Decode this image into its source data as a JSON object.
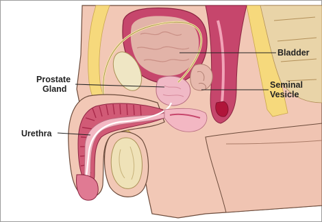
{
  "labels": {
    "bladder": "Bladder",
    "prostate_line1": "Prostate",
    "prostate_line2": "Gland",
    "seminal_line1": "Seminal",
    "seminal_line2": "Vesicle",
    "urethra": "Urethra"
  },
  "colors": {
    "skin": "#f2c8b6",
    "skin_outline": "#6b4a3a",
    "fat": "#f6d97c",
    "muscle": "#d15a76",
    "muscle_dark": "#a8294a",
    "bladder_wall": "#c6466c",
    "bladder_interior": "#e2b3a8",
    "bone": "#efe6c4",
    "tissue_pink": "#f3b7c3",
    "leader_line": "#222222"
  }
}
